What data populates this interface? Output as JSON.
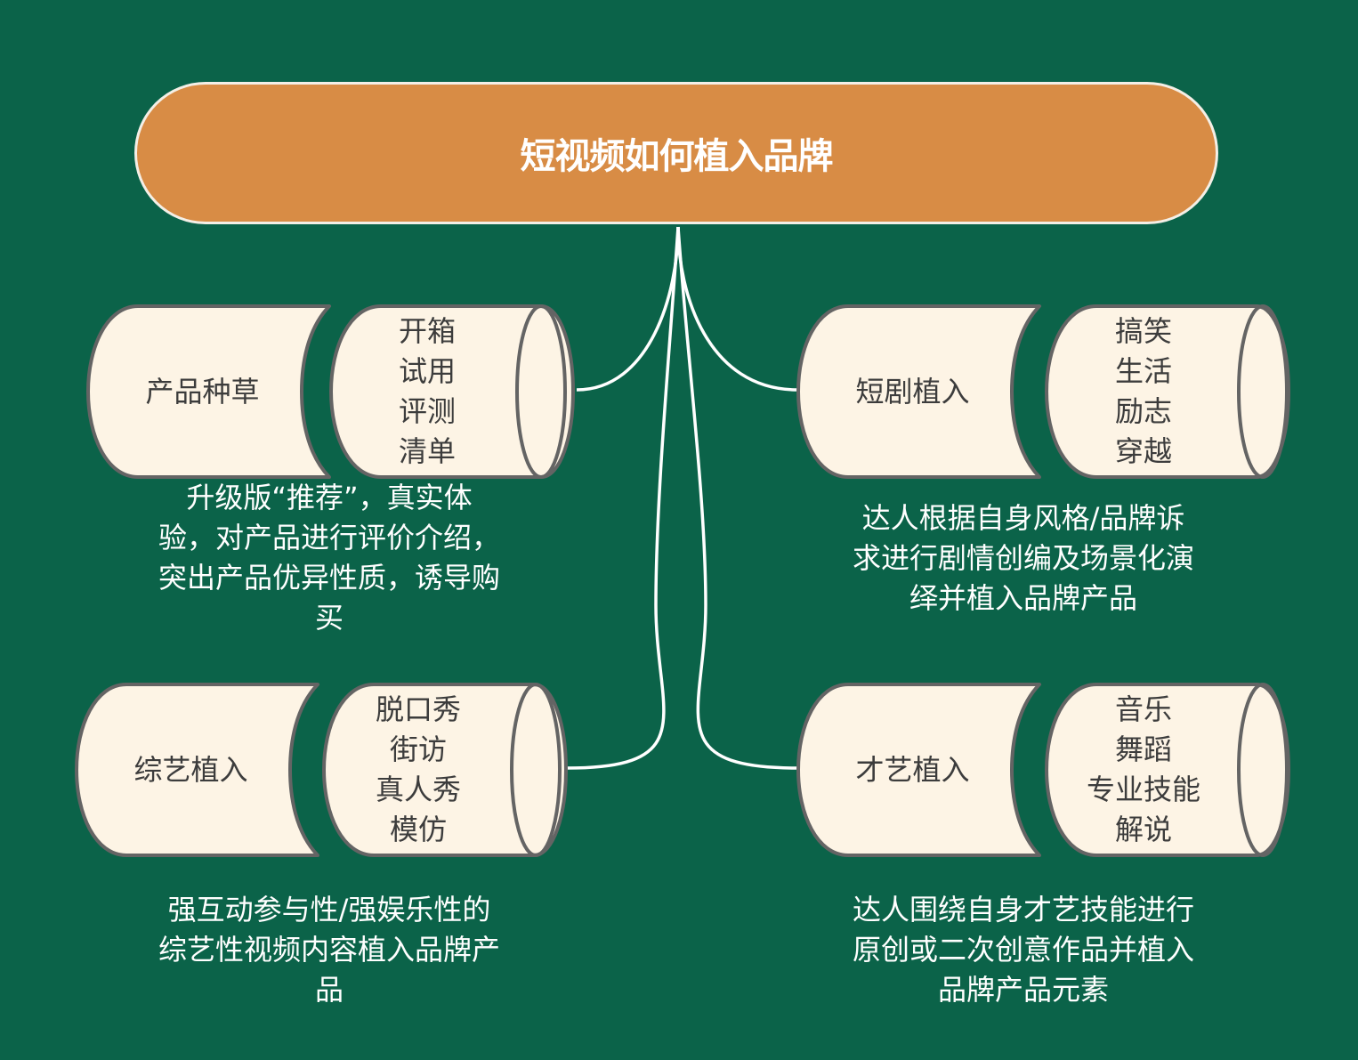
{
  "root": {
    "title": "短视频如何植入品牌"
  },
  "branches": [
    {
      "id": "product",
      "label": "产品种草",
      "items": [
        "开箱",
        "试用",
        "评测",
        "清单"
      ],
      "description": [
        "升级版“推荐”，真实体",
        "验，对产品进行评价介绍，",
        "突出产品优异性质，诱导购",
        "买"
      ]
    },
    {
      "id": "drama",
      "label": "短剧植入",
      "items": [
        "搞笑",
        "生活",
        "励志",
        "穿越"
      ],
      "description": [
        "达人根据自身风格/品牌诉",
        "求进行剧情创编及场景化演",
        "绎并植入品牌产品"
      ]
    },
    {
      "id": "variety",
      "label": "综艺植入",
      "items": [
        "脱口秀",
        "街访",
        "真人秀",
        "模仿"
      ],
      "description": [
        "强互动参与性/强娱乐性的",
        "综艺性视频内容植入品牌产",
        "品"
      ]
    },
    {
      "id": "talent",
      "label": "才艺植入",
      "items": [
        "音乐",
        "舞蹈",
        "专业技能",
        "解说"
      ],
      "description": [
        "达人围绕自身才艺技能进行",
        "原创或二次创意作品并植入",
        "品牌产品元素"
      ]
    }
  ],
  "colors": {
    "background": "#0b6349",
    "root_fill": "#d88c45",
    "root_border": "#f4efe6",
    "node_fill": "#fdf4e5",
    "node_border": "#646464",
    "connector": "#ffffff",
    "node_text": "#3c3c3c",
    "desc_text": "#ffffff"
  }
}
